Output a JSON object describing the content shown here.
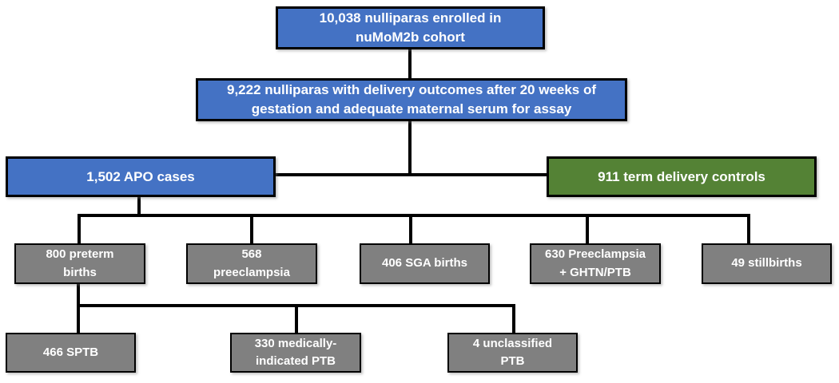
{
  "flowchart": {
    "nodes": {
      "enrolled": {
        "label": "10,038 nulliparas enrolled in\nnuMoM2b cohort"
      },
      "outcomes": {
        "label": "9,222 nulliparas with delivery outcomes after 20 weeks of\ngestation and adequate maternal serum for assay"
      },
      "apo_cases": {
        "label": "1,502 APO cases"
      },
      "term_controls": {
        "label": "911 term delivery controls"
      },
      "preterm_births": {
        "label": "800 preterm\nbirths"
      },
      "preeclampsia": {
        "label": "568\npreeclampsia"
      },
      "sga_births": {
        "label": "406 SGA births"
      },
      "preeclampsia_ghtn_ptb": {
        "label": "630 Preeclampsia\n+ GHTN/PTB"
      },
      "stillbirths": {
        "label": "49 stillbirths"
      },
      "sptb": {
        "label": "466 SPTB"
      },
      "medically_indicated_ptb": {
        "label": "330 medically-\nindicated PTB"
      },
      "unclassified_ptb": {
        "label": "4 unclassified\nPTB"
      }
    },
    "colors": {
      "case_blue": "#4472C4",
      "control_green": "#548235",
      "subgroup_gray": "#808080",
      "border": "#000000",
      "connector": "#000000",
      "text": "#FFFFFF"
    }
  }
}
